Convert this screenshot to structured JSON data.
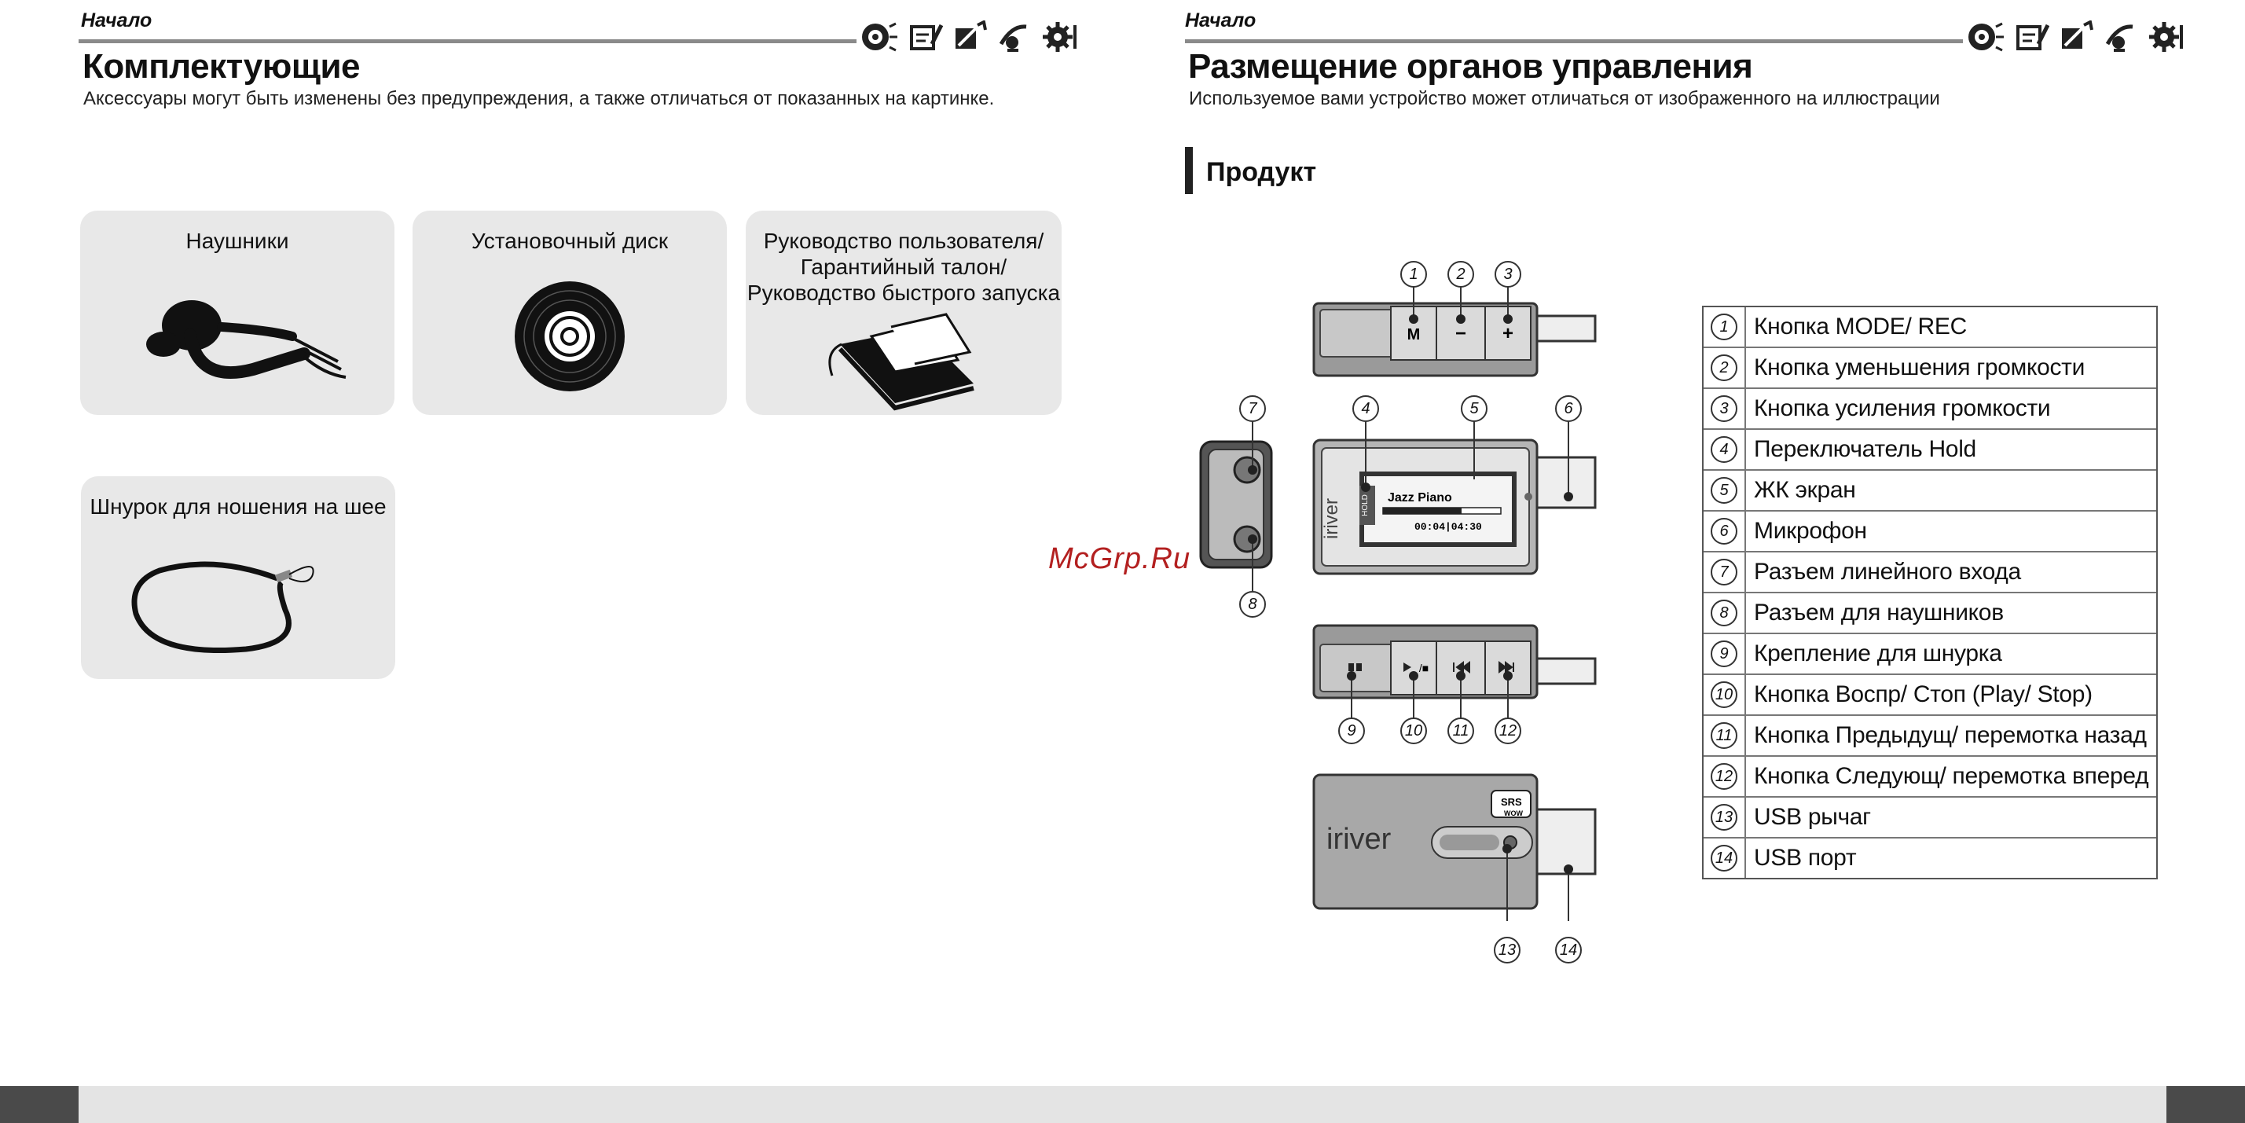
{
  "left_page": {
    "section": "Начало",
    "title": "Комплектующие",
    "subtitle": "Аксессуары могут быть изменены без предупреждения, а также отличаться от показанных на картинке.",
    "items": [
      {
        "label": "Наушники"
      },
      {
        "label": "Установочный диск"
      },
      {
        "label_lines": [
          "Руководство пользователя/",
          "Гарантийный талон/",
          "Руководство быстрого запуска"
        ]
      },
      {
        "label": "Шнурок для ношения на шее"
      }
    ]
  },
  "right_page": {
    "section": "Начало",
    "title": "Размещение органов управления",
    "subtitle": "Используемое вами устройство может отличаться от изображенного на иллюстрации",
    "product_title": "Продукт",
    "device": {
      "brand": "iriver",
      "button_m": "M",
      "button_minus": "−",
      "button_plus": "+",
      "hold_label": "HOLD",
      "screen_track": "Jazz Piano",
      "screen_time": "00:04|04:30",
      "srs_label": "SRS",
      "wow_label": "WOW"
    },
    "callouts": [
      "1",
      "2",
      "3",
      "4",
      "5",
      "6",
      "7",
      "8",
      "9",
      "10",
      "11",
      "12",
      "13",
      "14"
    ],
    "legend": [
      {
        "num": "1",
        "text": "Кнопка MODE/ REC"
      },
      {
        "num": "2",
        "text": "Кнопка уменьшения громкости"
      },
      {
        "num": "3",
        "text": "Кнопка усиления громкости"
      },
      {
        "num": "4",
        "text": "Переключатель Hold"
      },
      {
        "num": "5",
        "text": "ЖК экран"
      },
      {
        "num": "6",
        "text": "Микрофон"
      },
      {
        "num": "7",
        "text": "Разъем линейного входа"
      },
      {
        "num": "8",
        "text": "Разъем для наушников"
      },
      {
        "num": "9",
        "text": "Крепление для шнурка"
      },
      {
        "num": "10",
        "text": "Кнопка Воспр/ Стоп (Play/ Stop)"
      },
      {
        "num": "11",
        "text": "Кнопка Предыдущ/ перемотка назад"
      },
      {
        "num": "12",
        "text": "Кнопка Следующ/ перемотка вперед"
      },
      {
        "num": "13",
        "text": "USB рычаг"
      },
      {
        "num": "14",
        "text": "USB порт"
      }
    ]
  },
  "watermark": "McGrp.Ru",
  "colors": {
    "card_bg": "#e8e8e8",
    "rule": "#8a8a8a",
    "footer": "#e4e4e4",
    "footer_tab": "#4a4a4a",
    "watermark": "#b32020"
  }
}
